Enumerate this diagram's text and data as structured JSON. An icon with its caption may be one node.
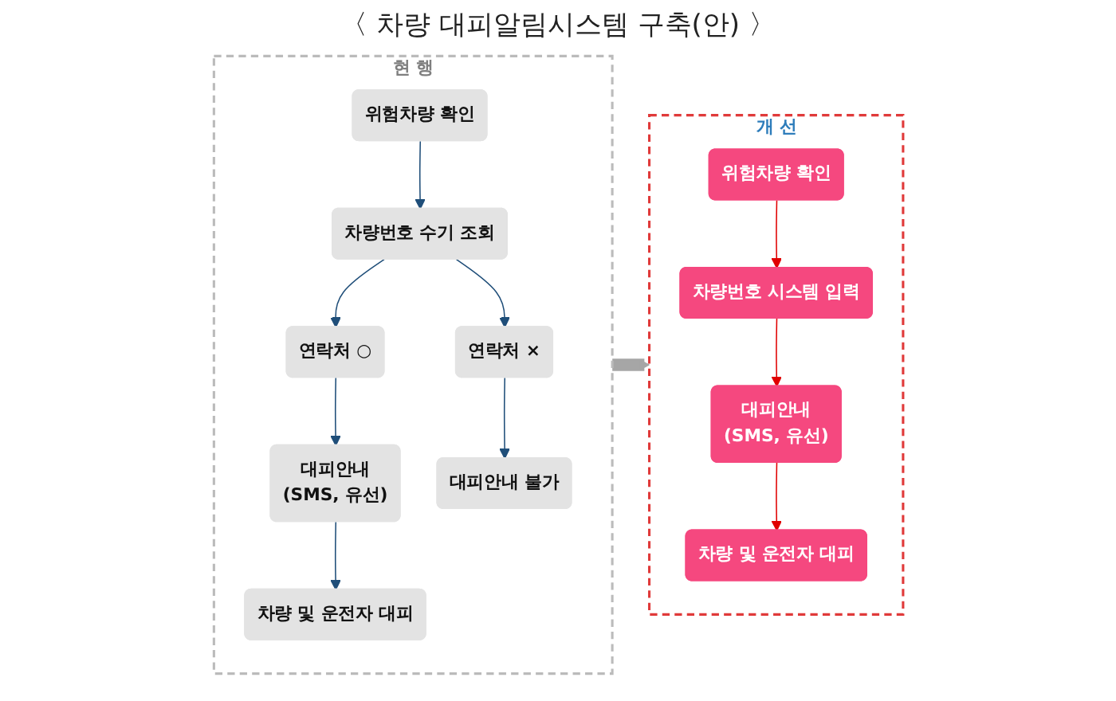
{
  "diagram": {
    "title": "〈 차량 대피알림시스템 구축(안) 〉",
    "nodes": [
      {
        "text": [
          "현 행"
        ]
      },
      {
        "text": [
          "위험차량 확인"
        ],
        "in": 0
      },
      {
        "text": [
          "차량번호 수기 조회"
        ],
        "in": 0
      },
      {
        "text": [
          "연락처 ○"
        ],
        "in": 0
      },
      {
        "text": [
          "연락처 ×"
        ],
        "in": 0
      },
      {
        "text": [
          "대피안내",
          "(SMS, 유선)"
        ],
        "in": 0
      },
      {
        "text": [
          "대피안내 불가"
        ],
        "in": 0
      },
      {
        "text": [
          "차량 및 운전자 대피"
        ],
        "in": 0
      },
      {
        "text": [
          "개 선"
        ]
      },
      {
        "text": [
          "위험차량 확인"
        ],
        "in": 8
      },
      {
        "text": [
          "차량번호 시스템 입력"
        ],
        "in": 8
      },
      {
        "text": [
          "대피안내",
          "(SMS, 유선)"
        ],
        "in": 8
      },
      {
        "text": [
          "차량 및 운전자 대피"
        ],
        "in": 8
      }
    ],
    "edges": [
      {
        "from": 1,
        "to": 2,
        "arrow": "to"
      },
      {
        "from": 2,
        "to": 3,
        "arrow": "to"
      },
      {
        "from": 2,
        "to": 4,
        "arrow": "to"
      },
      {
        "from": 3,
        "to": 5,
        "arrow": "to"
      },
      {
        "from": 4,
        "to": 6,
        "arrow": "to"
      },
      {
        "from": 5,
        "to": 7,
        "arrow": "to"
      },
      {
        "from": 0,
        "to": 8,
        "arrow": "to",
        "style": "thick",
        "color": "#a6a6a6"
      },
      {
        "from": 9,
        "to": 10,
        "arrow": "to",
        "color": "#e00000"
      },
      {
        "from": 10,
        "to": 11,
        "arrow": "to",
        "color": "#e00000"
      },
      {
        "from": 11,
        "to": 12,
        "arrow": "to",
        "color": "#e00000"
      }
    ]
  }
}
